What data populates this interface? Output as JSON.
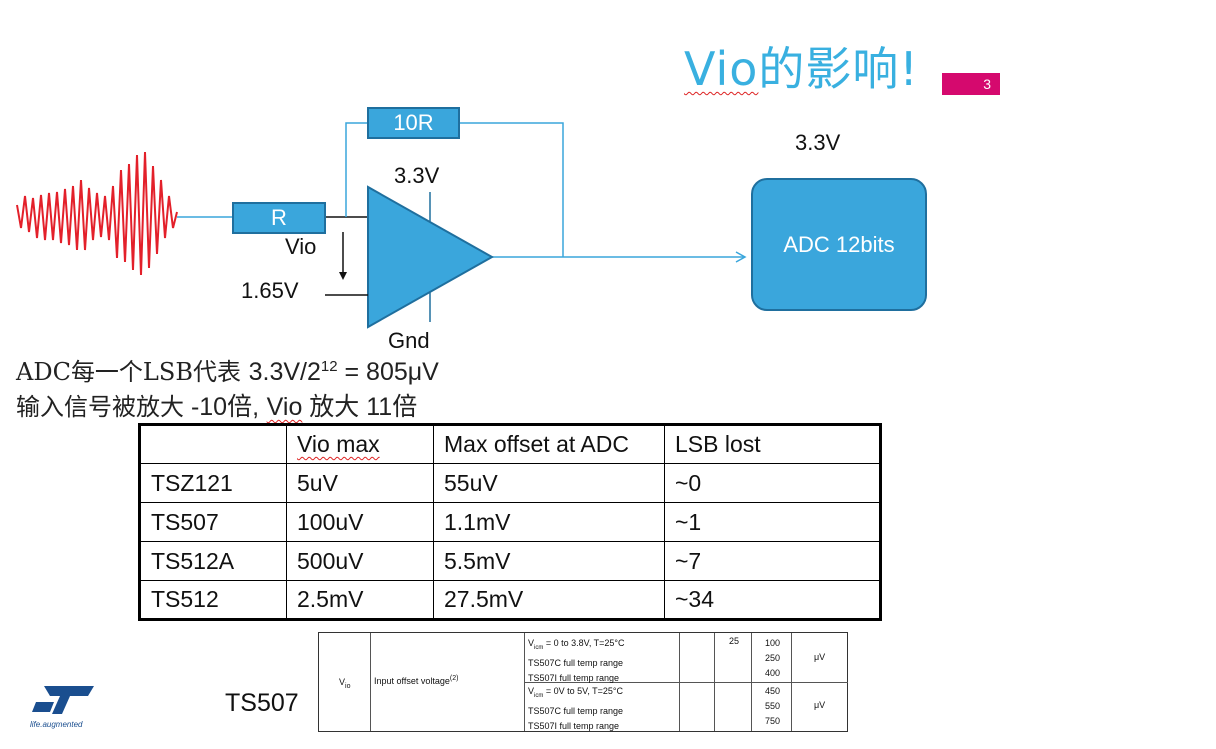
{
  "slide": {
    "title_vio": "Vio",
    "title_rest": "的影响!",
    "page_number": "3",
    "accent_color": "#39b0e0",
    "page_tag_color": "#d5096e"
  },
  "circuit": {
    "feedback_resistor": "10R",
    "input_resistor": "R",
    "supply_top": "3.3V",
    "vio_label": "Vio",
    "ref_voltage": "1.65V",
    "ground": "Gnd",
    "adc_supply": "3.3V",
    "adc_label": "ADC 12bits",
    "block_color": "#3aa6dc"
  },
  "notes": {
    "line1_prefix": "ADC每一个LSB代表",
    "line1_value": "3.3V/2",
    "line1_exp": "12",
    "line1_result": " = 805μV",
    "line2_prefix": "输入信号被放大",
    "line2_gain": " -10倍,",
    "line2_vio": "Vio",
    "line2_suffix": " 放大 11倍"
  },
  "table": {
    "headers": [
      "",
      "Vio max",
      "Max offset at ADC",
      "LSB lost"
    ],
    "rows": [
      [
        "TSZ121",
        "5uV",
        "55uV",
        "~0"
      ],
      [
        "TS507",
        "100uV",
        "1.1mV",
        "~1"
      ],
      [
        "TS512A",
        "500uV",
        "5.5mV",
        "~7"
      ],
      [
        "TS512",
        "2.5mV",
        "27.5mV",
        "~34"
      ]
    ]
  },
  "datasheet": {
    "part_label": "TS507",
    "symbol": "V",
    "symbol_sub": "io",
    "parameter": "Input offset voltage",
    "parameter_note": "(2)",
    "cond1": [
      "V<sub>icm</sub> = 0 to 3.8V, T=25°C",
      "TS507C full temp range",
      "TS507I full temp range"
    ],
    "cond2": [
      "V<sub>icm</sub> = 0V to 5V, T=25°C",
      "TS507C full temp range",
      "TS507I full temp range"
    ],
    "typ": "25",
    "max1": [
      "100",
      "250",
      "400"
    ],
    "max2": [
      "450",
      "550",
      "750"
    ],
    "unit": "μV"
  },
  "logo": {
    "tagline": "life.augmented"
  }
}
